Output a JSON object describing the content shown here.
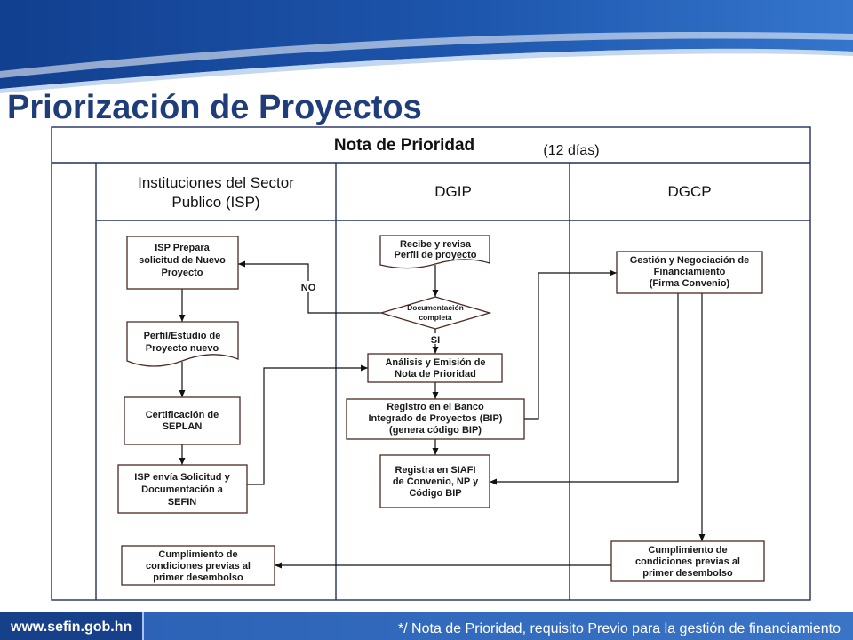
{
  "slide": {
    "title": "Priorización de Proyectos",
    "footer": {
      "website": "www.sefin.gob.hn",
      "note": "*/ Nota de Prioridad, requisito Previo para la gestión de financiamiento"
    },
    "colors": {
      "title": "#1f3d7a",
      "header_band": "#1d56ad",
      "footer_band": "#2a5fb4",
      "lane_border": "#1f2f5f",
      "box_border": "#4a2a22"
    }
  },
  "diagram": {
    "header": "Nota de Prioridad",
    "duration": "(12 días)",
    "lanes": {
      "isp": [
        "Instituciones del Sector",
        "Publico (ISP)"
      ],
      "dgip": "DGIP",
      "dgcp": "DGCP"
    },
    "nodes": {
      "isp_prepara": [
        "ISP Prepara",
        "solicitud de Nuevo",
        "Proyecto"
      ],
      "perfil_estudio": [
        "Perfil/Estudio de",
        "Proyecto nuevo"
      ],
      "certificacion": [
        "Certificación de",
        "SEPLAN"
      ],
      "isp_envia": [
        "ISP envía Solicitud y",
        "Documentación a",
        "SEFIN"
      ],
      "cumplimiento_isp": [
        "Cumplimiento de",
        "condiciones previas al",
        "primer desembolso"
      ],
      "recibe_revisa": [
        "Recibe y revisa",
        "Perfil de proyecto"
      ],
      "documentacion_completa": [
        "Documentación",
        "completa"
      ],
      "analisis_emision": [
        "Análisis y Emisión de",
        "Nota de Prioridad"
      ],
      "registro_bip": [
        "Registro en el Banco",
        "Integrado de Proyectos (BIP)",
        "(genera código BIP)"
      ],
      "registra_siafi": [
        "Registra en SIAFI",
        "de Convenio, NP y",
        "Código BIP"
      ],
      "gestion_negociacion": [
        "Gestión y Negociación de",
        "Financiamiento",
        "(Firma Convenio)"
      ],
      "cumplimiento_dgcp": [
        "Cumplimiento de",
        "condiciones previas al",
        "primer desembolso"
      ]
    },
    "edge_labels": {
      "no": "NO",
      "si": "SI"
    }
  }
}
